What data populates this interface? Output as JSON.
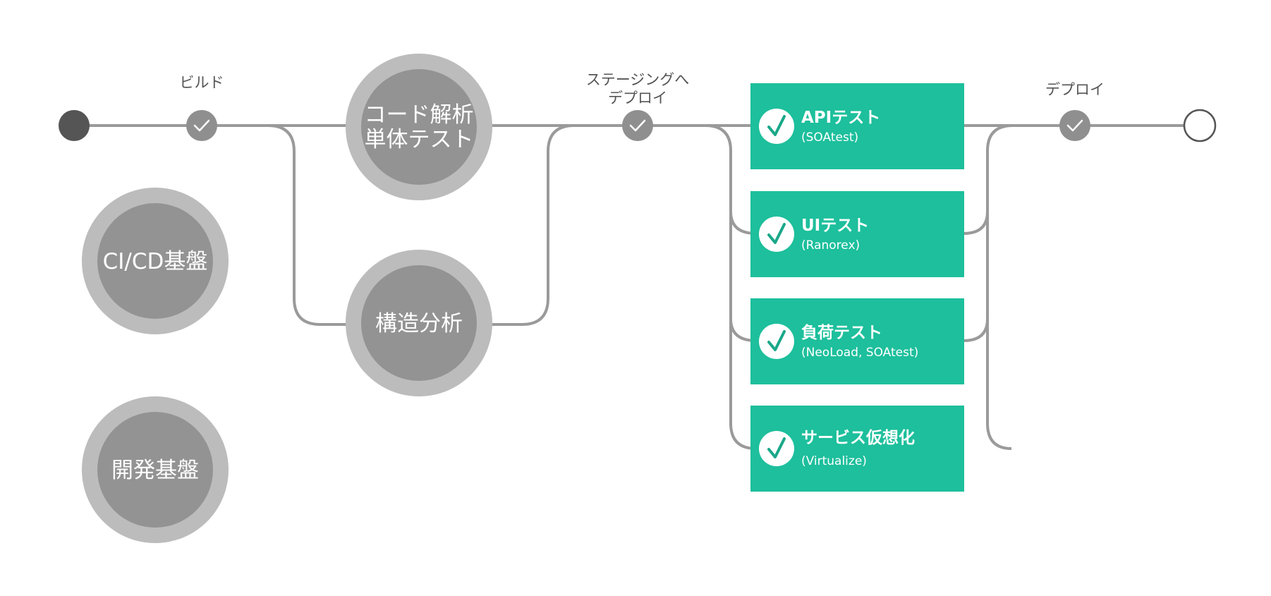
{
  "colors": {
    "line": "#9a9a9a",
    "start_node": "#555555",
    "checkpoint": "#8f8f8f",
    "bubble_outer": "#bcbcbc",
    "bubble_inner": "#939393",
    "card": "#1dbf9c",
    "card_check": "#1aa889"
  },
  "steps": {
    "build": {
      "label": "ビルド",
      "icon": "check-icon"
    },
    "staging": {
      "label_line1": "ステージングへ",
      "label_line2": "デプロイ",
      "icon": "check-icon"
    },
    "deploy": {
      "label": "デプロイ",
      "icon": "check-icon"
    }
  },
  "bubbles": {
    "code_analysis": {
      "line1": "コード解析",
      "line2": "単体テスト"
    },
    "structure": {
      "label": "構造分析"
    },
    "cicd": {
      "label": "CI/CD基盤"
    },
    "dev": {
      "label": "開発基盤"
    }
  },
  "cards": {
    "api": {
      "title": "APIテスト",
      "subtitle": "(SOAtest)",
      "icon": "check-icon"
    },
    "ui": {
      "title": "UIテスト",
      "subtitle": "(Ranorex)",
      "icon": "check-icon"
    },
    "load": {
      "title": "負荷テスト",
      "subtitle": "(NeoLoad, SOAtest)",
      "icon": "check-icon"
    },
    "virtualize": {
      "title": "サービス仮想化",
      "subtitle": "(Virtualize)",
      "icon": "check-icon"
    }
  }
}
